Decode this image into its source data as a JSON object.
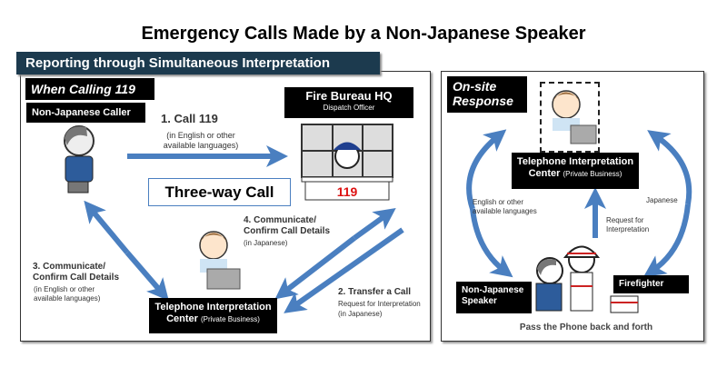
{
  "title": "Emergency Calls Made by a Non-Japanese Speaker",
  "left": {
    "banner": "Reporting through Simultaneous Interpretation",
    "section": "When Calling 119",
    "caller": "Non-Japanese Caller",
    "hq_title": "Fire Bureau HQ",
    "hq_sub": "Dispatch Officer",
    "hq_sign": "119",
    "step1_title": "1. Call 119",
    "step1_sub": "(in English or other available languages)",
    "three_way": "Three-way Call",
    "step4_title": "4. Communicate/ Confirm Call Details",
    "step4_sub": "(in Japanese)",
    "step3_title": "3. Communicate/ Confirm Call Details",
    "step3_sub": "(in English or other available languages)",
    "step2_title": "2. Transfer a Call",
    "step2_sub1": "Request for Interpretation",
    "step2_sub2": "(in Japanese)",
    "center_title1": "Telephone Interpretation",
    "center_title2": "Center",
    "center_sub": "(Private Business)"
  },
  "right": {
    "section": "On-site Response",
    "center_title1": "Telephone Interpretation",
    "center_title2": "Center",
    "center_sub": "(Private Business)",
    "english": "English or other available languages",
    "japanese": "Japanese",
    "request": "Request for Interpretation",
    "speaker": "Non-Japanese Speaker",
    "firefighter": "Firefighter",
    "pass": "Pass the Phone back and forth"
  },
  "colors": {
    "arrow": "#4a7fc0",
    "banner": "#1c3a4e",
    "label": "#000000"
  }
}
